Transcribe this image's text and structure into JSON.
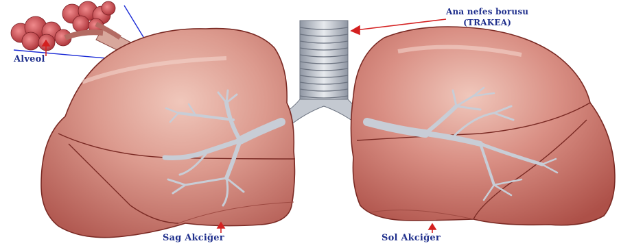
{
  "labels": {
    "alveol": "Alveol",
    "trachea_line1": "Ana nefes borusu",
    "trachea_line2": "(TRAKEA)",
    "right_lung": "Sag Akciğer",
    "left_lung": "Sol Akciğer"
  },
  "colors": {
    "label_text": "#1f2f8c",
    "arrow": "#d42020",
    "pointer_line": "#1a2ad6",
    "lung_fill": "#c9706a",
    "lung_light": "#e8b3a8",
    "lung_outline": "#7a2a24",
    "bronchi": "#c8cdd6",
    "trachea": "#c4c9d1",
    "alveoli": "#c0393d"
  }
}
